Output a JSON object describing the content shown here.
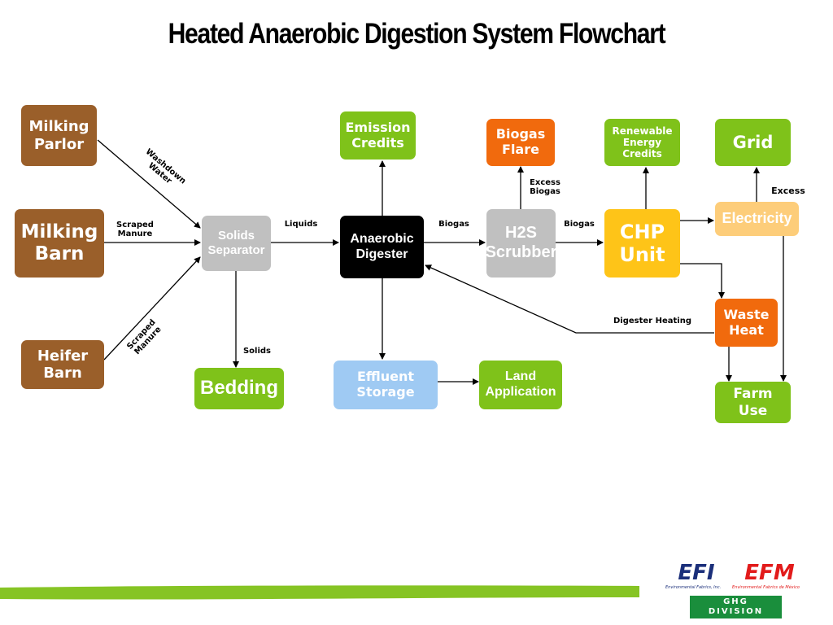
{
  "title": "Heated Anaerobic Digestion System Flowchart",
  "nodes": {
    "milking_parlor": "Milking\nParlor",
    "milking_barn": "Milking\nBarn",
    "heifer_barn": "Heifer\nBarn",
    "solids_separator": "Solids\nSeparator",
    "bedding": "Bedding",
    "emission_credits": "Emission\nCredits",
    "anaerobic_digester": "Anaerobic\nDigester",
    "effluent_storage": "Effluent\nStorage",
    "land_application": "Land\nApplication",
    "biogas_flare": "Biogas\nFlare",
    "h2s_scrubber": "H2S\nScrubber",
    "renewable_energy_credits": "Renewable\nEnergy\nCredits",
    "chp_unit": "CHP\nUnit",
    "grid": "Grid",
    "electricity": "Electricity",
    "waste_heat": "Waste\nHeat",
    "farm_use": "Farm\nUse"
  },
  "edge_labels": {
    "washdown_water": "Washdown\nWater",
    "scraped_manure_barn": "Scraped\nManure",
    "scraped_manure_heifer": "Scraped\nManure",
    "liquids": "Liquids",
    "solids": "Solids",
    "biogas_1": "Biogas",
    "biogas_2": "Biogas",
    "excess_biogas": "Excess\nBiogas",
    "excess": "Excess",
    "digester_heating": "Digester Heating"
  },
  "footer": {
    "efi_logo": "EFI",
    "efi_caption": "Environmental Fabrics, Inc.",
    "efm_logo": "EFM",
    "efm_caption": "Environmental Fabrics de México",
    "division_badge": "GHG\nDIVISION"
  },
  "colors": {
    "brown": "#9a5f2a",
    "green": "#7fc21a",
    "orange": "#f16a0d",
    "gray": "#c0c0c0",
    "black": "#000000",
    "yellow": "#fec418",
    "light_yellow": "#fdcd7a",
    "blue": "#9fcaf3",
    "navy": "#1b2f7a",
    "red": "#e21b1b",
    "badge_green": "#1a8e3c"
  }
}
